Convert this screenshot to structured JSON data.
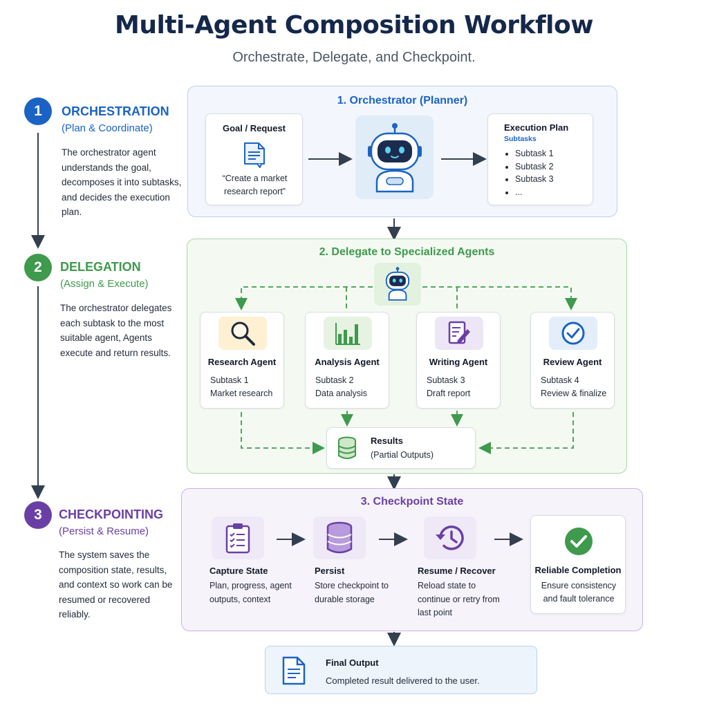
{
  "header": {
    "title": "Multi-Agent Composition Workflow",
    "subtitle": "Orchestrate, Delegate, and Checkpoint."
  },
  "steps": [
    {
      "number": "1",
      "title": "ORCHESTRATION",
      "subtitle": "(Plan & Coordinate)",
      "description": "The orchestrator agent understands the goal, decomposes it into subtasks, and decides the execution plan.",
      "color": "#1a63c4"
    },
    {
      "number": "2",
      "title": "DELEGATION",
      "subtitle": "(Assign & Execute)",
      "description": "The orchestrator delegates each subtask to the most suitable agent, Agents execute and return results.",
      "color": "#3e9a4c"
    },
    {
      "number": "3",
      "title": "CHECKPOINTING",
      "subtitle": "(Persist & Resume)",
      "description": "The system saves the composition state, results, and context so work can be resumed or recovered reliably.",
      "color": "#6a3fa5"
    }
  ],
  "orchestrator": {
    "title": "1. Orchestrator (Planner)",
    "goal_title": "Goal / Request",
    "goal_text": "“Create a market research report”",
    "plan_title": "Execution Plan",
    "plan_sub": "Subtasks",
    "plan_items": [
      "Subtask 1",
      "Subtask 2",
      "Subtask 3",
      "..."
    ]
  },
  "delegation": {
    "title": "2. Delegate to Specialized Agents",
    "agents": [
      {
        "name": "Research Agent",
        "task": "Subtask 1",
        "desc": "Market research",
        "icon": "magnifier-icon",
        "bg": "#fdf0d3"
      },
      {
        "name": "Analysis Agent",
        "task": "Subtask 2",
        "desc": "Data analysis",
        "icon": "bar-chart-icon",
        "bg": "#e6f3e3"
      },
      {
        "name": "Writing Agent",
        "task": "Subtask 3",
        "desc": "Draft report",
        "icon": "pencil-document-icon",
        "bg": "#ede6f6"
      },
      {
        "name": "Review Agent",
        "task": "Subtask 4",
        "desc": "Review & finalize",
        "icon": "check-circle-icon",
        "bg": "#e3eefa"
      }
    ],
    "results_title": "Results",
    "results_sub": "(Partial Outputs)"
  },
  "checkpoint": {
    "title": "3. Checkpoint State",
    "stages": [
      {
        "name": "Capture State",
        "desc": "Plan, progress, agent outputs, context",
        "icon": "clipboard-checklist-icon"
      },
      {
        "name": "Persist",
        "desc": "Store checkpoint to durable storage",
        "icon": "database-icon"
      },
      {
        "name": "Resume / Recover",
        "desc": "Reload state to continue or retry from last point",
        "icon": "history-icon"
      }
    ],
    "final": {
      "name": "Reliable Completion",
      "desc": "Ensure consistency and fault tolerance",
      "icon": "check-badge-icon"
    }
  },
  "final_output": {
    "title": "Final Output",
    "desc": "Completed result delivered to the user."
  },
  "colors": {
    "navy": "#15284b",
    "blue": "#1a63c4",
    "green": "#3e9a4c",
    "purple": "#6a3fa5",
    "arrow": "#333f4f"
  }
}
